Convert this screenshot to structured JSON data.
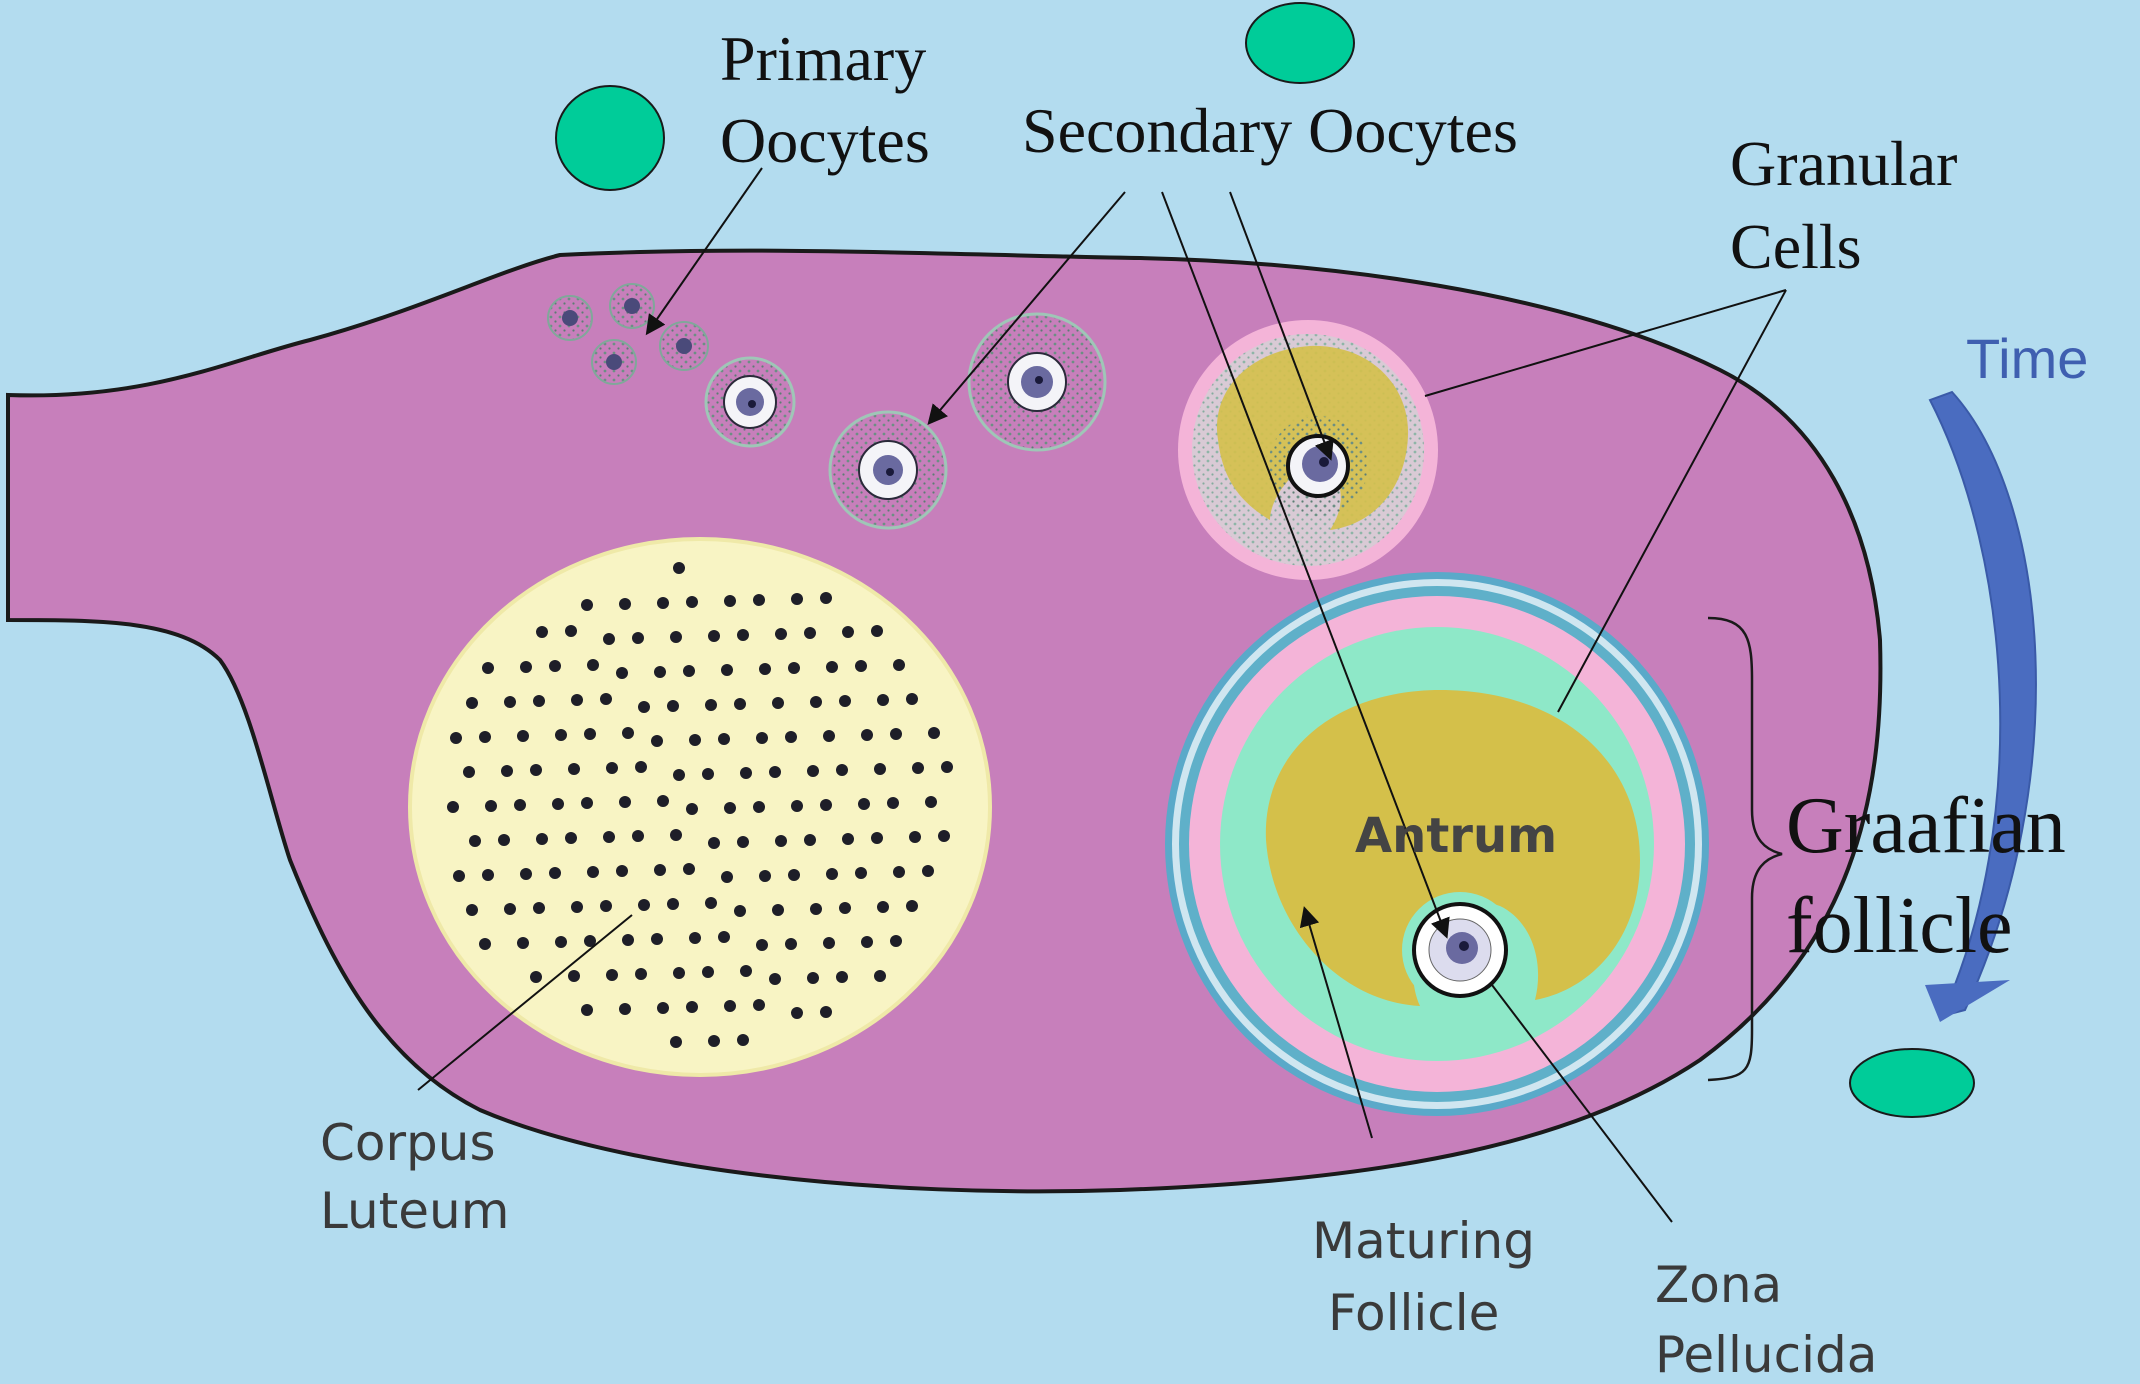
{
  "labels": {
    "primary_line1": "Primary",
    "primary_line2": "Oocytes",
    "secondary": "Secondary Oocytes",
    "granular_line1": "Granular",
    "granular_line2": "Cells",
    "time": "Time",
    "graafian_line1": "Graafian",
    "graafian_line2": "follicle",
    "antrum": "Antrum",
    "corpus_line1": "Corpus",
    "corpus_line2": "Luteum",
    "maturing_line1": "Maturing",
    "maturing_line2": "Follicle",
    "zona_line1": "Zona",
    "zona_line2": "Pellucida"
  },
  "colors": {
    "background": "#b3dcef",
    "ovary": "#c77fbb",
    "corpus_luteum": "#f8f4c4",
    "cell_marker": "#00cc99",
    "antrum": "#d4c04a",
    "granulosa": "#8ee8c8",
    "theca": "#f4b4d8",
    "time_arrow": "#4a6cc0"
  }
}
